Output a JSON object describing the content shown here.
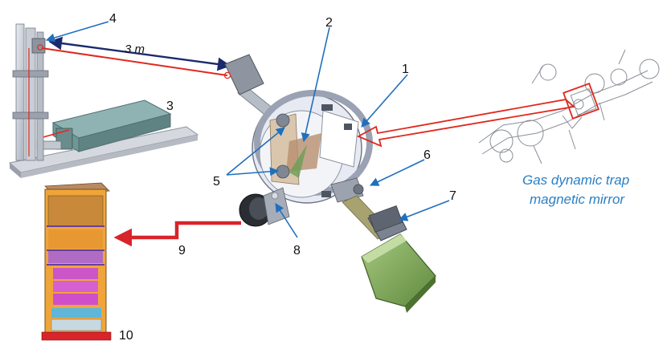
{
  "distance_label": "3 m",
  "callouts": [
    "1",
    "2",
    "3",
    "4",
    "5",
    "6",
    "7",
    "8",
    "9",
    "10"
  ],
  "caption": {
    "line1": "Gas dynamic trap",
    "line2": "magnetic mirror"
  },
  "colors": {
    "callout_line": "#1f6fbf",
    "laser_beam": "#e0281e",
    "distance_arrow": "#1a2a6c",
    "caption_text": "#2a7fc4",
    "signal_line": "#d8242a"
  }
}
